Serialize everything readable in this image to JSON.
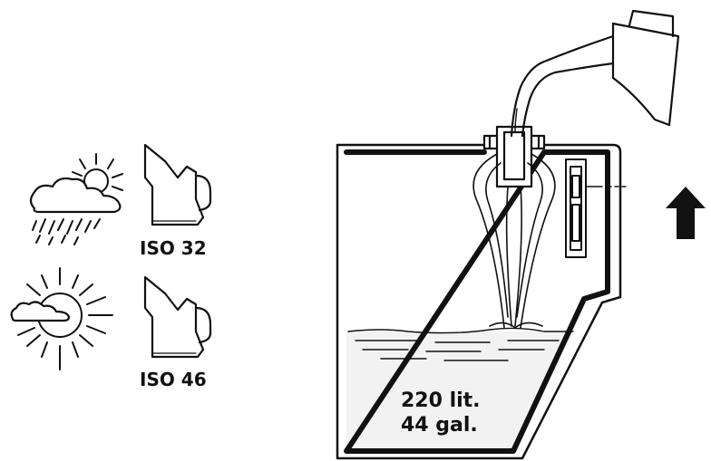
{
  "labels": {
    "oil_grade_rain": "ISO 32",
    "oil_grade_sun": "ISO 46",
    "tank_volume_metric": "220 lit.",
    "tank_volume_imperial": "44 gal."
  },
  "colors": {
    "ink": "#111111",
    "background": "#ffffff",
    "oil_fill": "#f2f2f2"
  },
  "icons": [
    "cloud-rain-sun-icon",
    "sun-cloud-icon",
    "oil-jug-icon",
    "pouring-jug-icon",
    "up-arrow-icon"
  ]
}
